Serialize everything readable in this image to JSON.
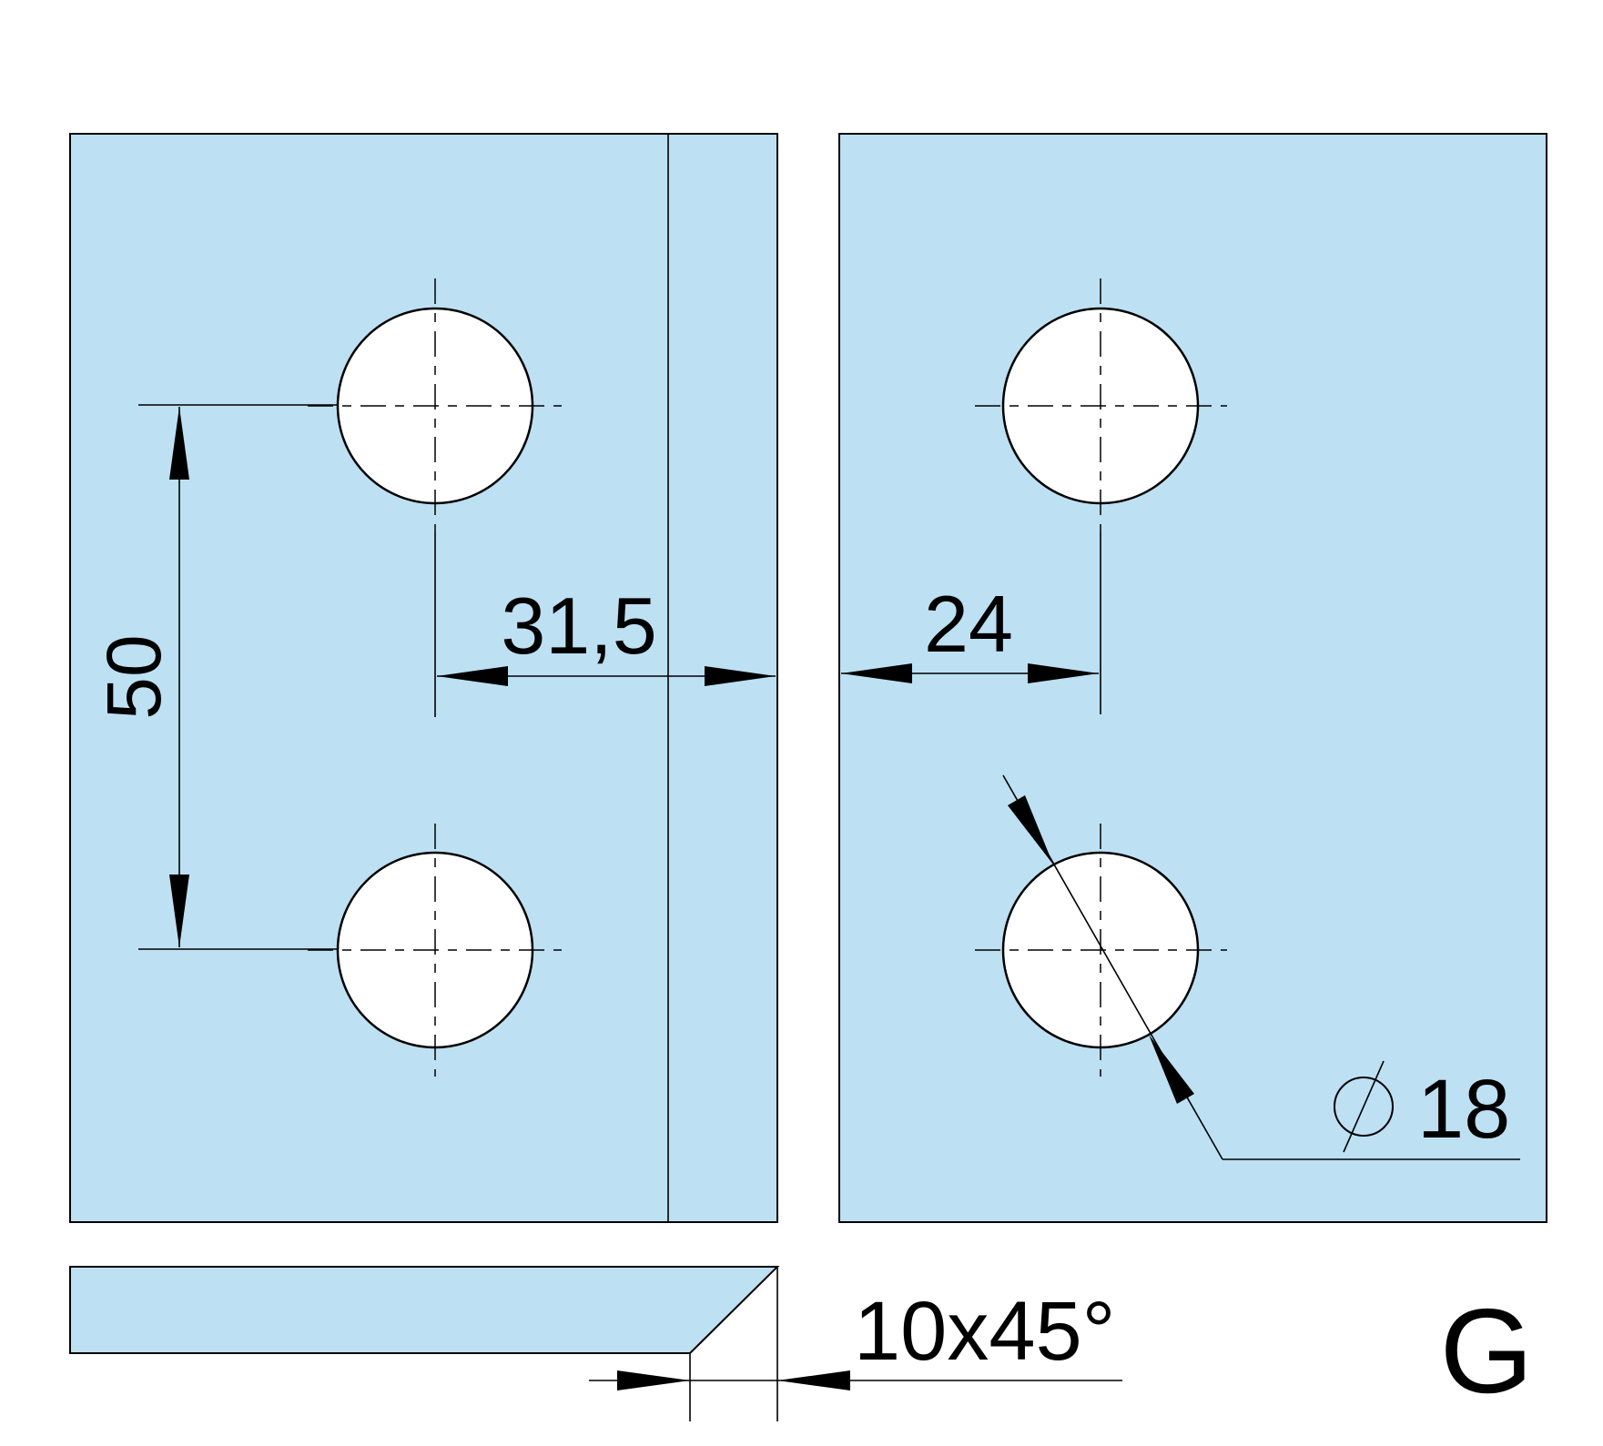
{
  "colors": {
    "plate_fill": "#bde0f3",
    "line": "#000000",
    "hole_fill": "#ffffff"
  },
  "dimensions": {
    "hole_spacing": "50",
    "left_hole_to_edge": "31,5",
    "right_hole_to_edge": "24",
    "hole_diameter": "18",
    "chamfer": "10x45°"
  },
  "variant_label": "G"
}
